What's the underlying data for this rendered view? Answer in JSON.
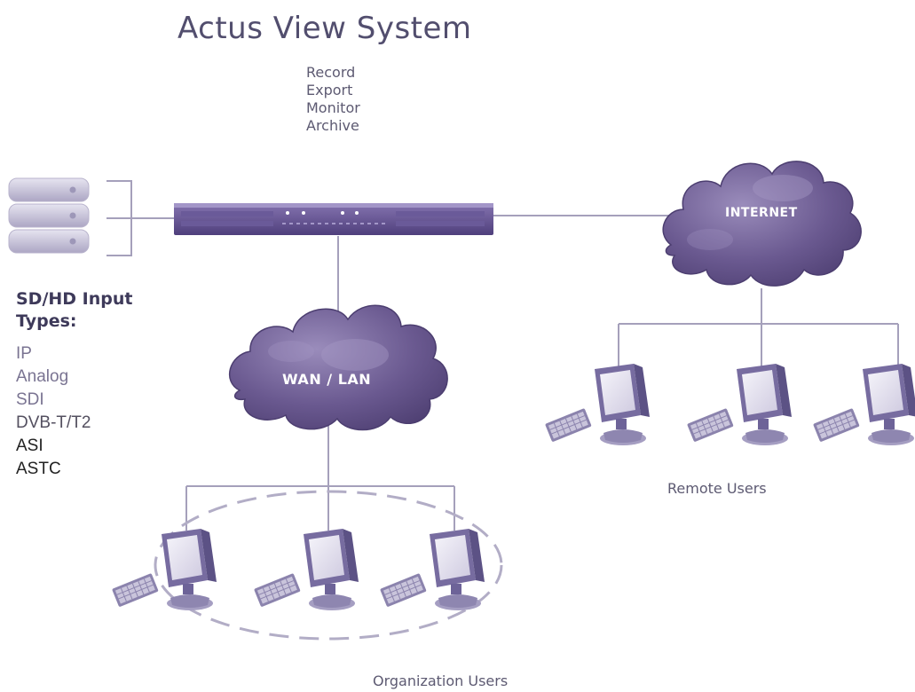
{
  "title": "Actus View System",
  "functions": [
    "Record",
    "Export",
    "Monitor",
    "Archive"
  ],
  "inputs": {
    "heading_line1": "SD/HD Input",
    "heading_line2": "Types:",
    "items": [
      {
        "label": "IP",
        "color": "#7a7492"
      },
      {
        "label": "Analog",
        "color": "#7a7492"
      },
      {
        "label": "SDI",
        "color": "#7a7492"
      },
      {
        "label": "DVB-T/T2",
        "color": "#545060"
      },
      {
        "label": "ASI",
        "color": "#222222"
      },
      {
        "label": "ASTC",
        "color": "#222222"
      }
    ]
  },
  "clouds": {
    "wan_label": "WAN / LAN",
    "internet_label": "INTERNET"
  },
  "groups": {
    "remote_label": "Remote Users",
    "organization_label": "Organization Users"
  },
  "colors": {
    "accent": "#5c4a8a",
    "cloud": "#6e5c94",
    "line": "#a5a0bb",
    "text": "#5d5a72"
  }
}
